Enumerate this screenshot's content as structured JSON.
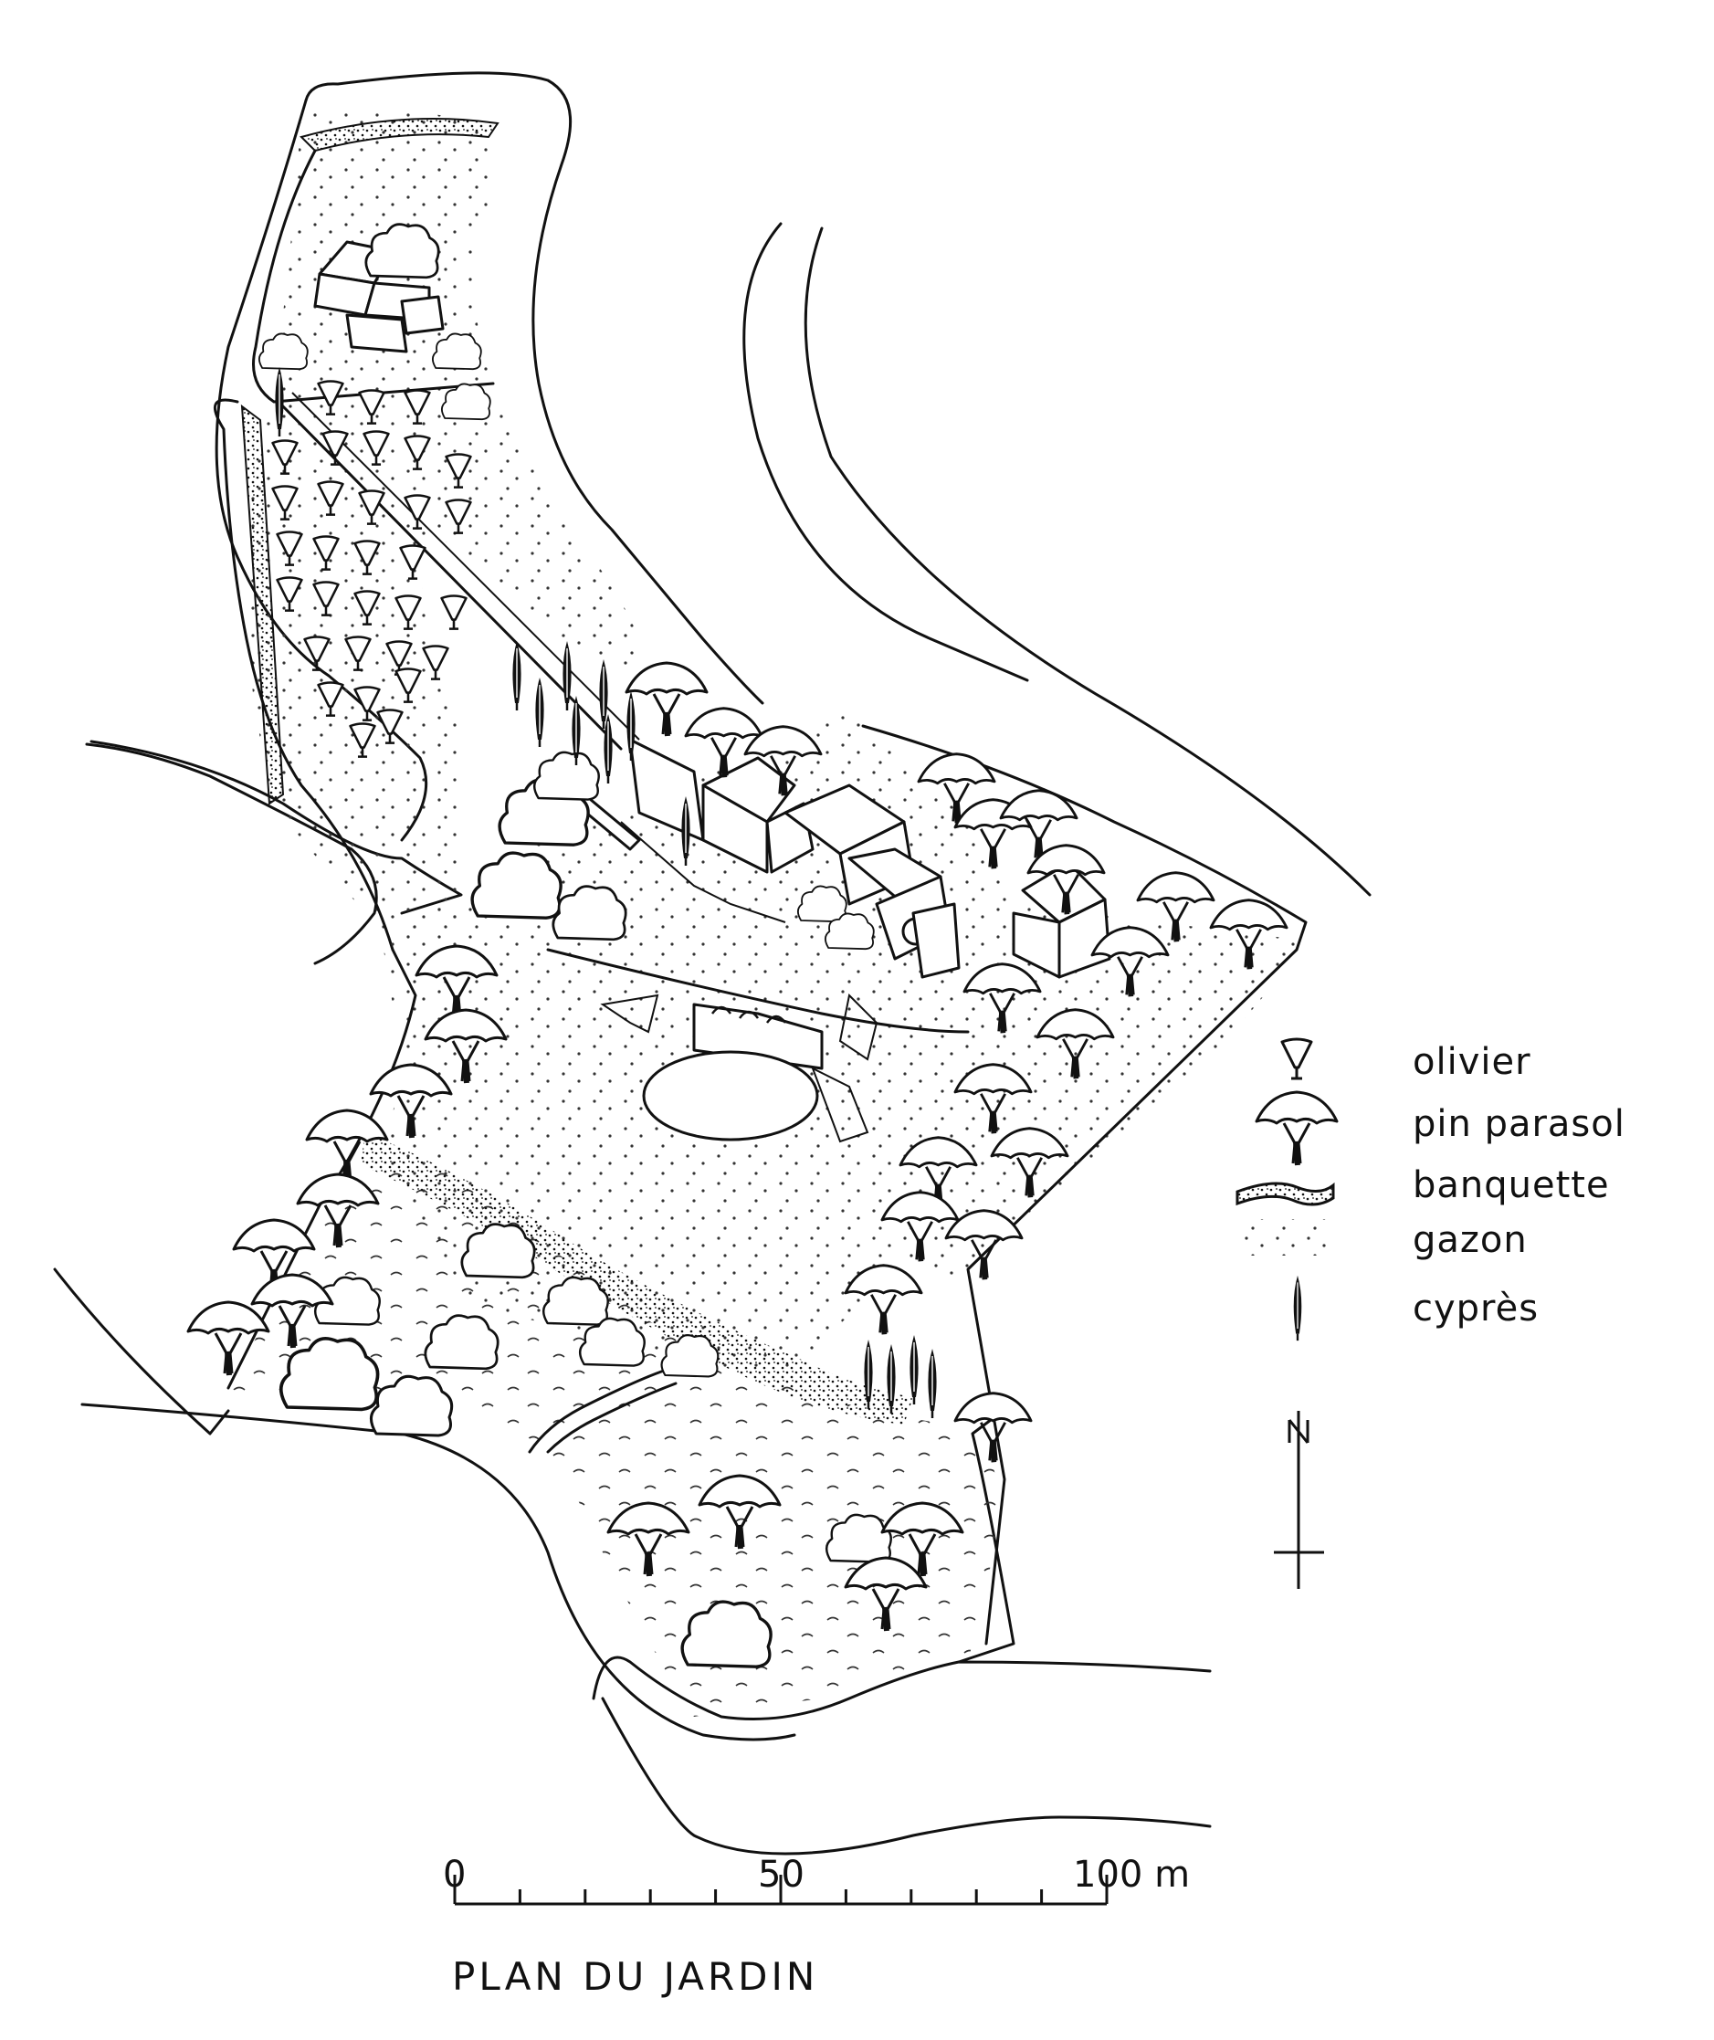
{
  "legend": {
    "items": [
      {
        "label": "olivier",
        "icon": "olive-tree-icon"
      },
      {
        "label": "pin parasol",
        "icon": "umbrella-pine-icon"
      },
      {
        "label": "banquette",
        "icon": "banquette-hatch-icon"
      },
      {
        "label": "gazon",
        "icon": "lawn-dots-icon"
      },
      {
        "label": "cyprès",
        "icon": "cypress-icon"
      }
    ],
    "north_symbol": "north-arrow-icon"
  },
  "scale_bar": {
    "labels": [
      "0",
      "50",
      "100 m"
    ],
    "values": [
      0,
      50,
      100
    ],
    "unit": "m"
  },
  "title": "PLAN DU JARDIN"
}
